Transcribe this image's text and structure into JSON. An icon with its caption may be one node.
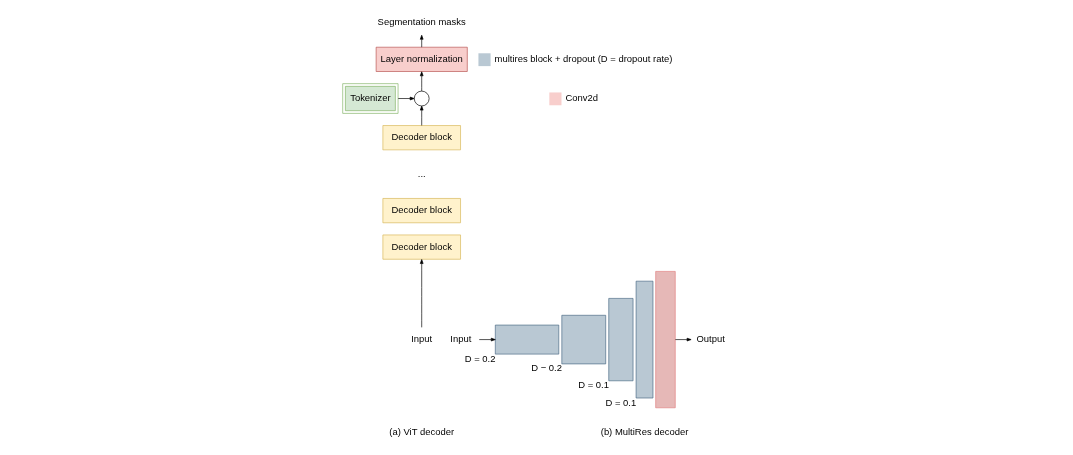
{
  "diagram": {
    "nodes": [
      {
        "text": [
          "Segmentation masks"
        ]
      },
      {
        "text": [
          "Layer normalization"
        ]
      },
      {
        "text": [
          "Tokenizer"
        ]
      },
      {
        "text": [],
        "shape": "circle"
      },
      {
        "text": [
          "Decoder block"
        ]
      },
      {
        "text": [
          "Decoder block"
        ]
      },
      {
        "text": [
          "Decoder block"
        ]
      },
      {
        "text": [
          "Input"
        ]
      },
      {
        "text": [
          "Input"
        ]
      },
      {
        "text": [],
        "shape": "box",
        "beside": [
          "D = 0.2"
        ]
      },
      {
        "text": [],
        "shape": "box",
        "beside": [
          "D − 0.2"
        ]
      },
      {
        "text": [],
        "shape": "box",
        "beside": [
          "D = 0.1"
        ]
      },
      {
        "text": [],
        "shape": "box",
        "beside": [
          "D = 0.1"
        ]
      },
      {
        "text": [],
        "shape": "box"
      },
      {
        "text": [
          "Output"
        ]
      }
    ],
    "edges": [
      {
        "from": 7,
        "to": 6,
        "arrow": "to"
      },
      {
        "from": 4,
        "to": 3,
        "arrow": "to"
      },
      {
        "from": 2,
        "to": 3,
        "arrow": "to"
      },
      {
        "from": 3,
        "to": 1,
        "arrow": "to"
      },
      {
        "from": 1,
        "to": 0,
        "arrow": "to"
      },
      {
        "from": 8,
        "to": 9,
        "arrow": "to"
      },
      {
        "from": 13,
        "to": 14,
        "arrow": "to"
      }
    ],
    "labels": [
      "...",
      "(a) ViT decoder",
      "(b) MultiRes decoder"
    ],
    "legend": [
      {
        "text": "multires block + dropout (D = dropout rate)",
        "color": "#b9c8d3"
      },
      {
        "text": "Conv2d",
        "color": "#f8cecc"
      }
    ]
  }
}
